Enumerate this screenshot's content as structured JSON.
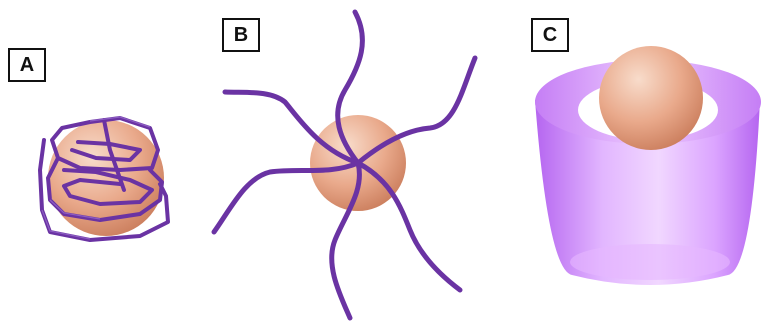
{
  "panels": [
    {
      "label": "A",
      "depiction": "sphere-with-wrapped-chain"
    },
    {
      "label": "B",
      "depiction": "sphere-with-radiating-chains"
    },
    {
      "label": "C",
      "depiction": "sphere-in-cup"
    }
  ],
  "colors": {
    "sphere_light": "#f8dccb",
    "sphere_mid": "#e9a98b",
    "sphere_dark": "#c97b5a",
    "chain": "#6a33a3",
    "chain_light": "#9b6fd0",
    "cup_light": "#f1d7ff",
    "cup_mid": "#d79bff",
    "cup_dark": "#b565f0"
  }
}
